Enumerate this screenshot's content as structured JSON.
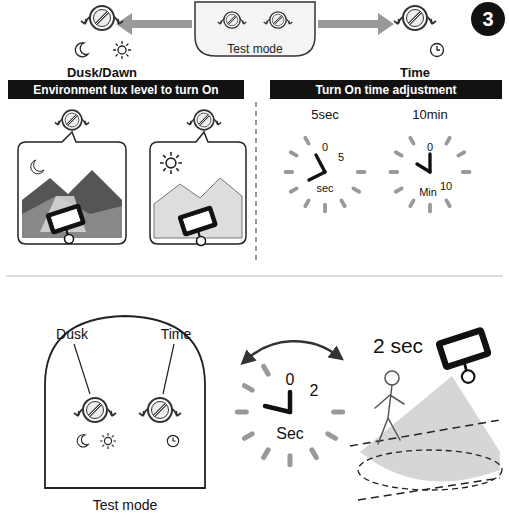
{
  "diagram": {
    "nodes": [
      {
        "text": [
          "3"
        ]
      },
      {
        "text": [
          "Test mode"
        ]
      },
      {
        "text": [
          "Environment lux level to turn On"
        ]
      },
      {
        "text": [
          "Turn On time adjustment"
        ]
      },
      {
        "text": [
          "0",
          "5",
          "sec"
        ]
      },
      {
        "text": [
          "0",
          "10",
          "Min"
        ]
      },
      {
        "text": [
          "0",
          "2",
          "Sec"
        ]
      }
    ],
    "labels": [
      "Dusk/Dawn",
      "Time",
      "5sec",
      "10min",
      "Dusk",
      "Time",
      "Test mode",
      "2 sec"
    ]
  }
}
